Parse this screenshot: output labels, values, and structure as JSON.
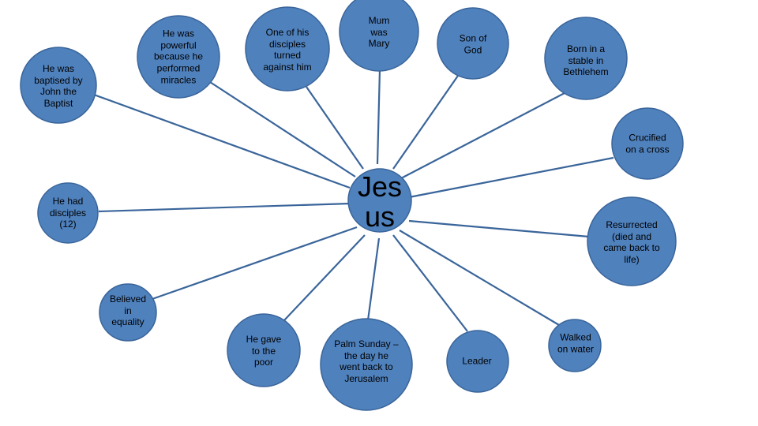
{
  "diagram": {
    "center": {
      "label": "Jes\nus"
    },
    "nodes": [
      {
        "id": "baptised",
        "label": "He was\nbaptised by\nJohn the\nBaptist"
      },
      {
        "id": "powerful",
        "label": "He was\npowerful\nbecause he\nperformed\nmiracles"
      },
      {
        "id": "disciple-turned",
        "label": "One of his\ndisciples\nturned\nagainst him"
      },
      {
        "id": "mary",
        "label": "Mum\nwas\nMary"
      },
      {
        "id": "son-of-god",
        "label": "Son of\nGod"
      },
      {
        "id": "born-in-stable",
        "label": "Born in a\nstable in\nBethlehem"
      },
      {
        "id": "crucified",
        "label": "Crucified\non a cross"
      },
      {
        "id": "disciples-12",
        "label": "He had\ndisciples\n(12)"
      },
      {
        "id": "resurrected",
        "label": "Resurrected\n(died and\ncame back to\nlife)"
      },
      {
        "id": "equality",
        "label": "Believed\nin\nequality"
      },
      {
        "id": "gave-to-poor",
        "label": "He gave\nto the\npoor"
      },
      {
        "id": "palm-sunday",
        "label": "Palm Sunday –\nthe day he\nwent back to\nJerusalem"
      },
      {
        "id": "leader",
        "label": "Leader"
      },
      {
        "id": "walked-on-water",
        "label": "Walked\non water"
      }
    ]
  }
}
